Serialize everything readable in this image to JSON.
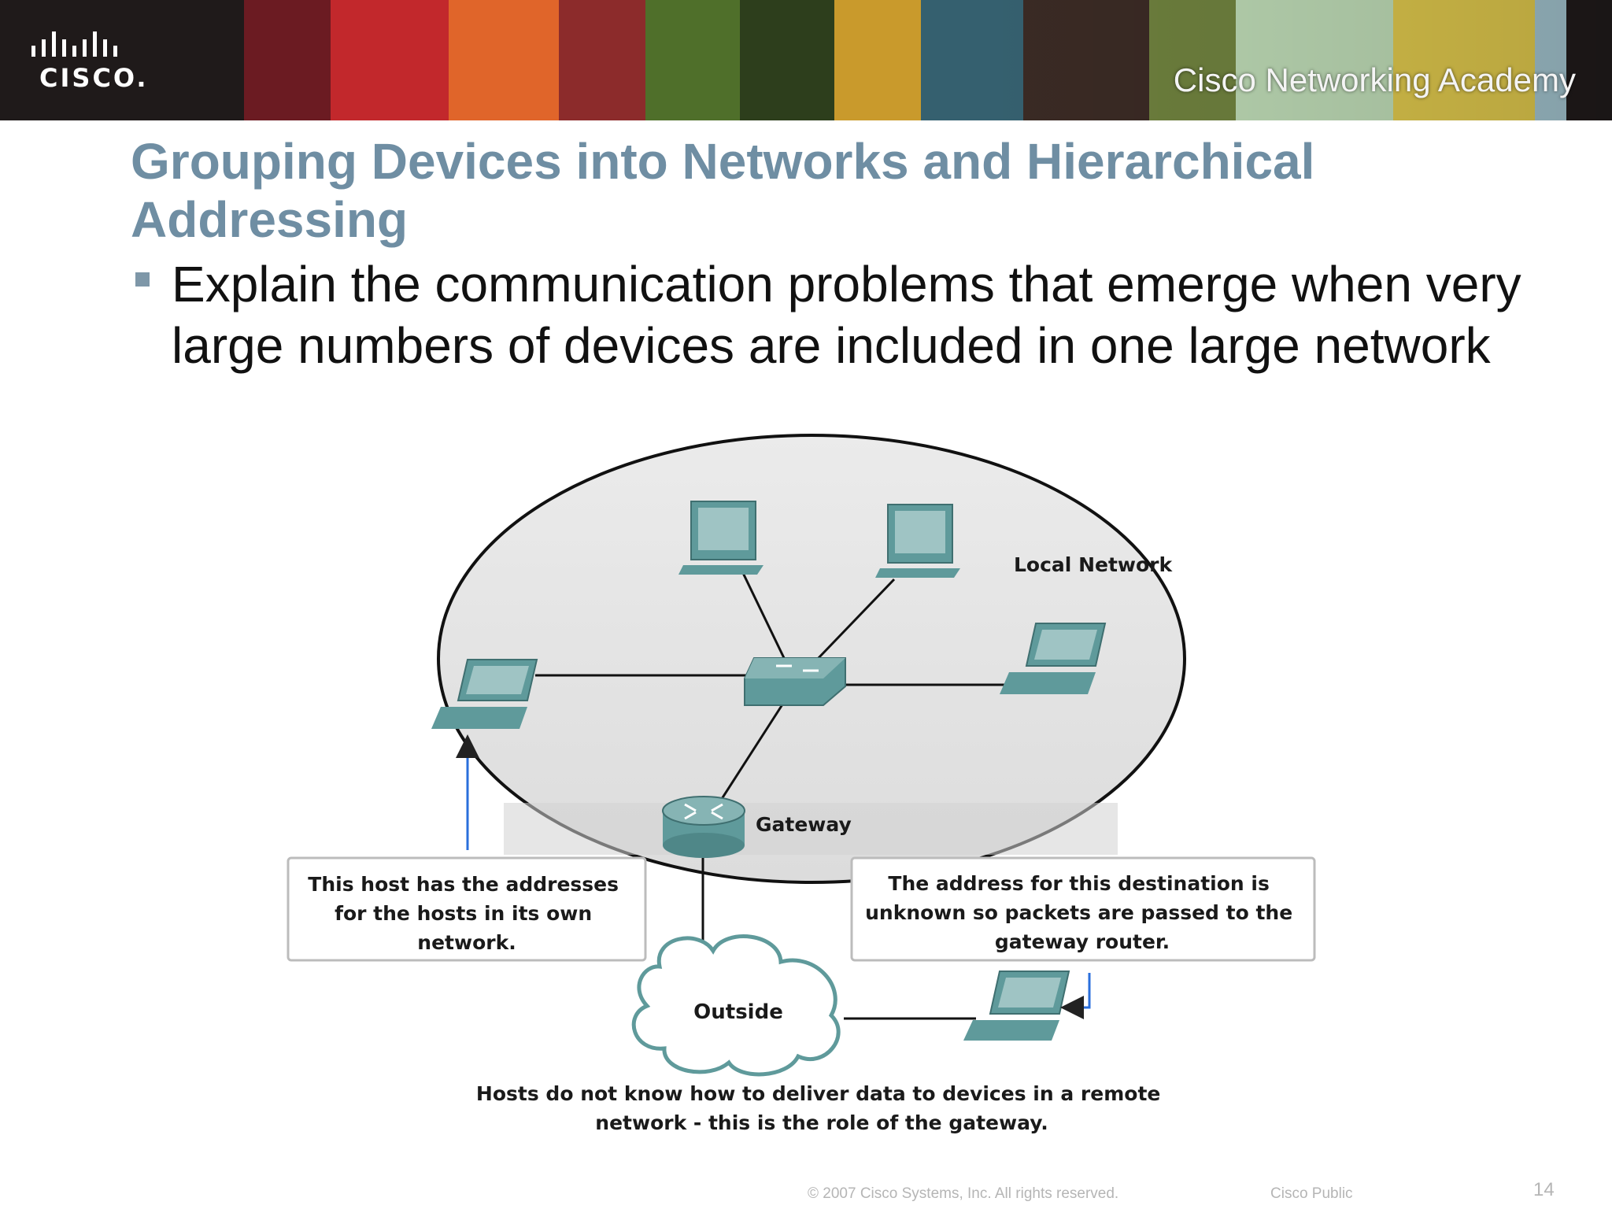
{
  "header": {
    "logo_text": "CISCO.",
    "academy_text": "Cisco Networking Academy"
  },
  "slide": {
    "title": "Grouping Devices into Networks and Hierarchical Addressing",
    "bullet": "Explain the communication problems that emerge when very large numbers of devices are included in one large network"
  },
  "diagram": {
    "local_network_label": "Local Network",
    "gateway_label": "Gateway",
    "outside_label": "Outside",
    "left_callout": [
      "This host has the addresses",
      "for the hosts in its own",
      "network."
    ],
    "right_callout": [
      "The address for this destination is",
      "unknown so packets are passed to the",
      "gateway router."
    ],
    "caption": [
      "Hosts do not know how to deliver data to devices in a remote",
      "network - this is the role of the gateway."
    ]
  },
  "footer": {
    "copyright": "© 2007 Cisco Systems, Inc. All rights reserved.",
    "classification": "Cisco Public",
    "page_number": "14"
  },
  "colors": {
    "title": "#6f8ea3",
    "device_teal": "#5f9a9b",
    "ellipse_fill": "#e6e6e6",
    "arrow_blue": "#2a6fdc"
  }
}
